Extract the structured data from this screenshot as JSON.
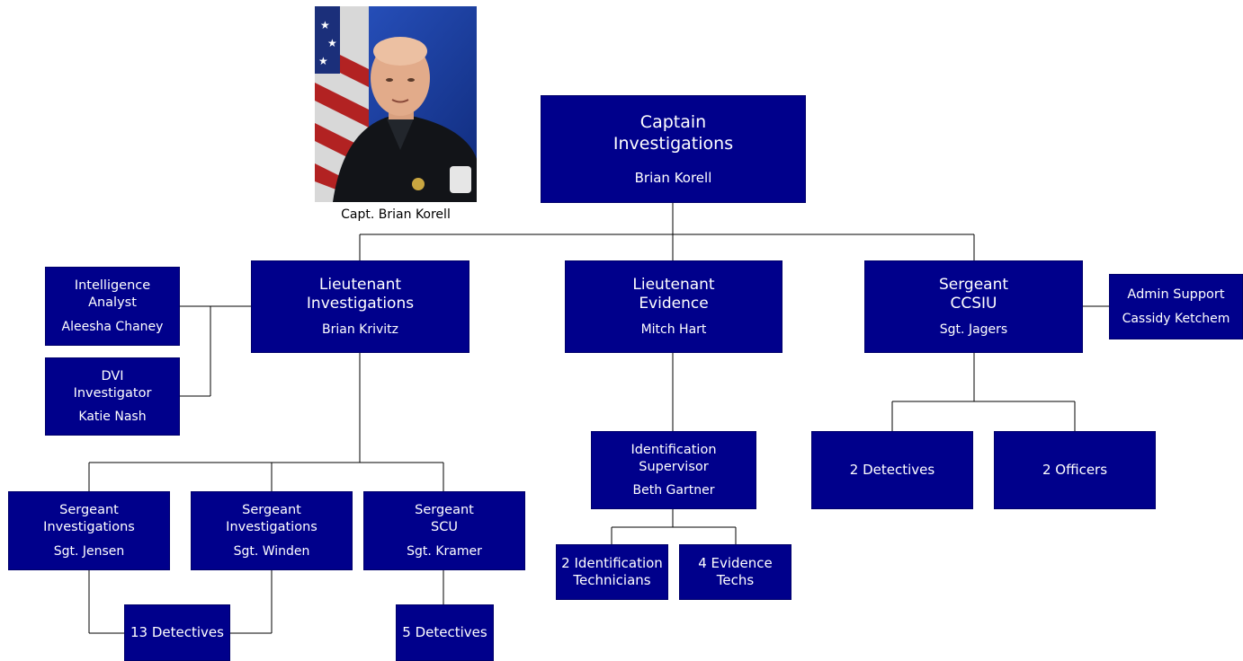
{
  "photo": {
    "caption": "Capt. Brian Korell"
  },
  "captain": {
    "title": "Captain Investigations",
    "name": "Brian Korell"
  },
  "lt_investigations": {
    "title": "Lieutenant Investigations",
    "name": "Brian Krivitz"
  },
  "lt_evidence": {
    "title": "Lieutenant Evidence",
    "name": "Mitch Hart"
  },
  "sgt_ccsiu": {
    "title": "Sergeant CCSIU",
    "name": "Sgt. Jagers"
  },
  "admin_support": {
    "title": "Admin Support",
    "name": "Cassidy Ketchem"
  },
  "intel_analyst": {
    "title": "Intelligence Analyst",
    "name": "Aleesha Chaney"
  },
  "dvi_investigator": {
    "title": "DVI Investigator",
    "name": "Katie Nash"
  },
  "sgt_jensen": {
    "title": "Sergeant Investigations",
    "name": "Sgt. Jensen"
  },
  "sgt_winden": {
    "title": "Sergeant Investigations",
    "name": "Sgt. Winden"
  },
  "sgt_scu": {
    "title": "Sergeant SCU",
    "name": "Sgt. Kramer"
  },
  "id_supervisor": {
    "title": "Identification Supervisor",
    "name": "Beth Gartner"
  },
  "id_techs": {
    "title": "2 Identification Technicians"
  },
  "evidence_techs": {
    "title": "4 Evidence Techs"
  },
  "ccsiu_detectives": {
    "title": "2 Detectives"
  },
  "ccsiu_officers": {
    "title": "2 Officers"
  },
  "inv_detectives": {
    "title": "13 Detectives"
  },
  "scu_detectives": {
    "title": "5 Detectives"
  },
  "colors": {
    "box_fill": "#00008b",
    "box_text": "#ffffff",
    "connector": "#000000"
  }
}
